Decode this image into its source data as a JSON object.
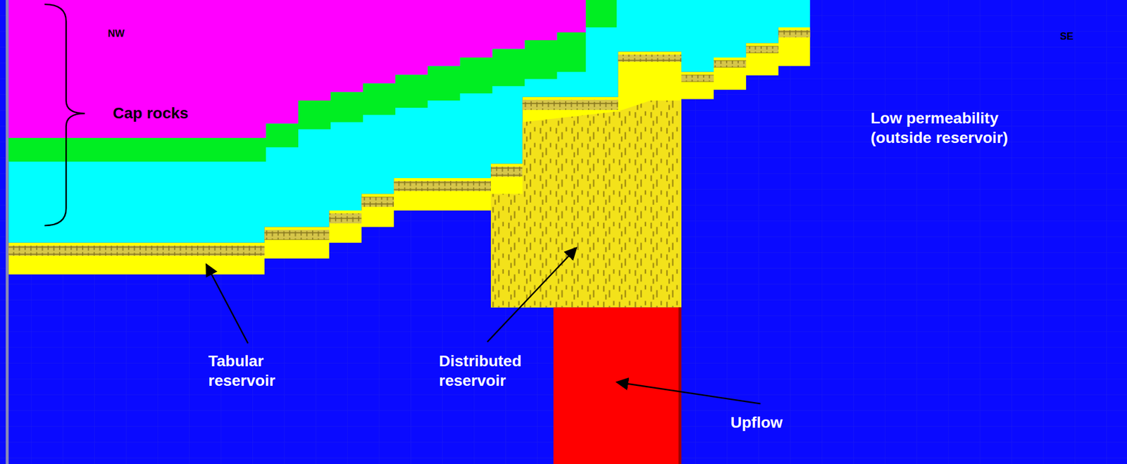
{
  "diagram": {
    "labels": [
      "NW",
      "SE",
      "Cap rocks",
      "Low permeability (outside reservoir)",
      "Tabular reservoir",
      "Distributed reservoir",
      "Upflow"
    ]
  }
}
